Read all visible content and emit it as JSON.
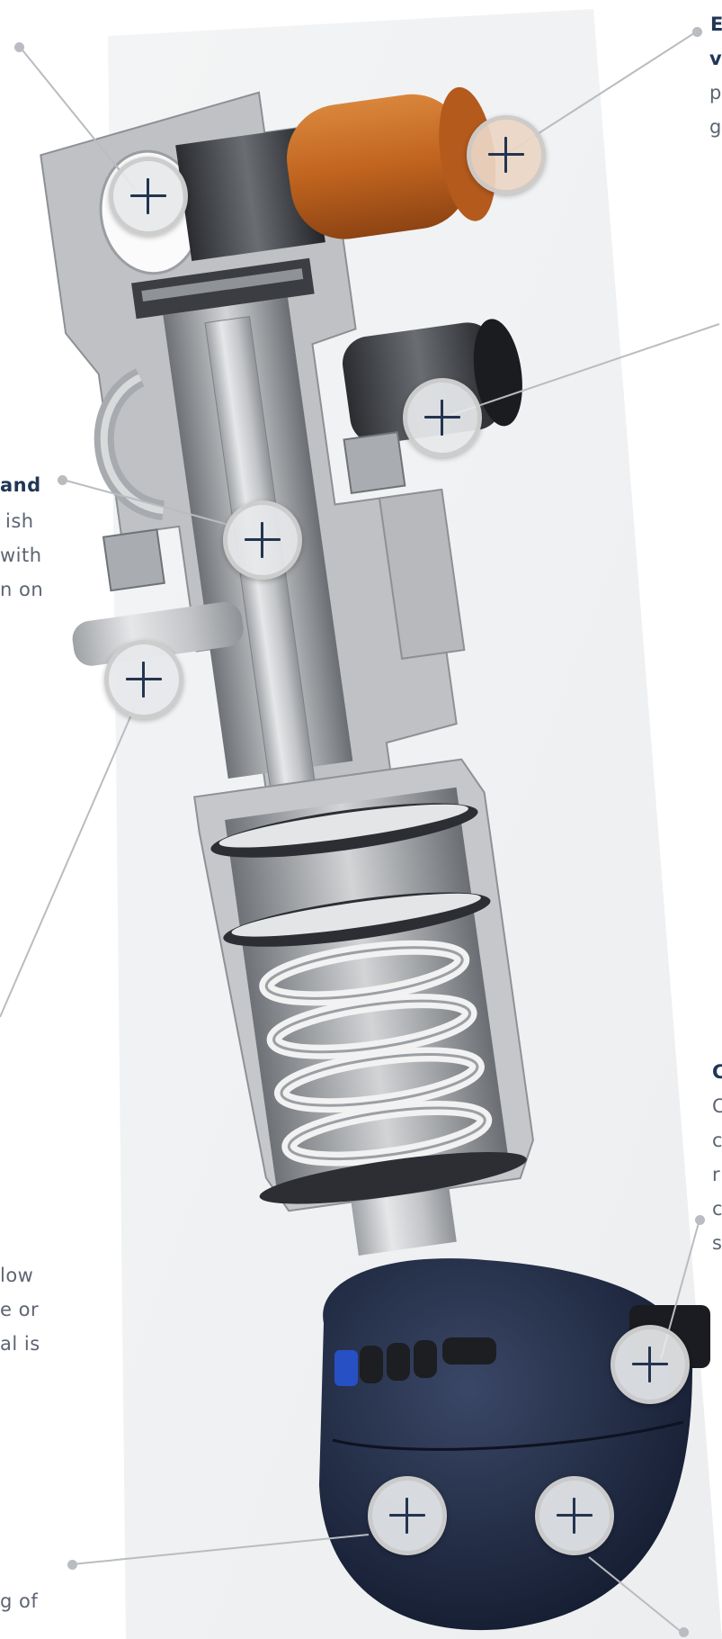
{
  "labels": {
    "top_right_title_1": "E",
    "top_right_title_2": "v",
    "top_right_body_1": "p",
    "top_right_body_2": "g",
    "left_title": "and",
    "left_body_1": "ish",
    "left_body_2": "with",
    "left_body_3": "n on",
    "right_title": "C",
    "right_body_1": "C",
    "right_body_2": "c",
    "right_body_3": "r",
    "right_body_4": "c",
    "right_body_5": "s",
    "lower_left_1": "low",
    "lower_left_2": "e or",
    "lower_left_3": "al is",
    "bottom_left": "g of"
  },
  "hotspots": [
    {
      "name": "hotspot-valve-body",
      "icon": "plus-icon"
    },
    {
      "name": "hotspot-orange-port",
      "icon": "plus-icon"
    },
    {
      "name": "hotspot-side-port",
      "icon": "plus-icon"
    },
    {
      "name": "hotspot-seal",
      "icon": "plus-icon"
    },
    {
      "name": "hotspot-left-port",
      "icon": "plus-icon"
    },
    {
      "name": "hotspot-actuator-fitting",
      "icon": "plus-icon"
    },
    {
      "name": "hotspot-actuator-left",
      "icon": "plus-icon"
    },
    {
      "name": "hotspot-actuator-right",
      "icon": "plus-icon"
    }
  ],
  "colors": {
    "accent_text": "#1f3656",
    "body_text": "#5d6472",
    "connector": "#b9bcc0",
    "actuator": "#1f2a44",
    "orange_port": "#c46a2a",
    "steel": "#c8cacc"
  }
}
